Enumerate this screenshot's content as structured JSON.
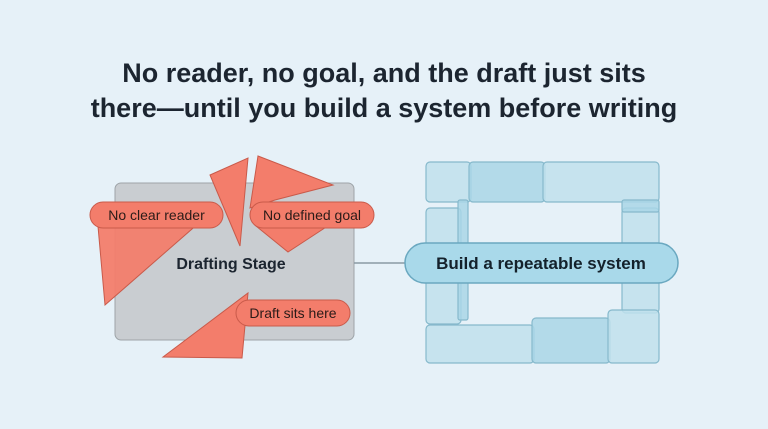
{
  "title": {
    "line1": "No reader, no goal, and the draft just sits",
    "line2": "there—until you build a system before writing"
  },
  "left": {
    "stage_label": "Drafting Stage",
    "labels": [
      "No clear reader",
      "No defined goal",
      "Draft sits here"
    ]
  },
  "right": {
    "system_label": "Build a repeatable system"
  },
  "colors": {
    "background": "#e6f1f8",
    "coral": "#f37d6b",
    "gray_box": "#c4c8cb",
    "block_blue": "#bfe1ec",
    "pill_blue": "#a9d9ea",
    "text_dark": "#1c2530"
  }
}
